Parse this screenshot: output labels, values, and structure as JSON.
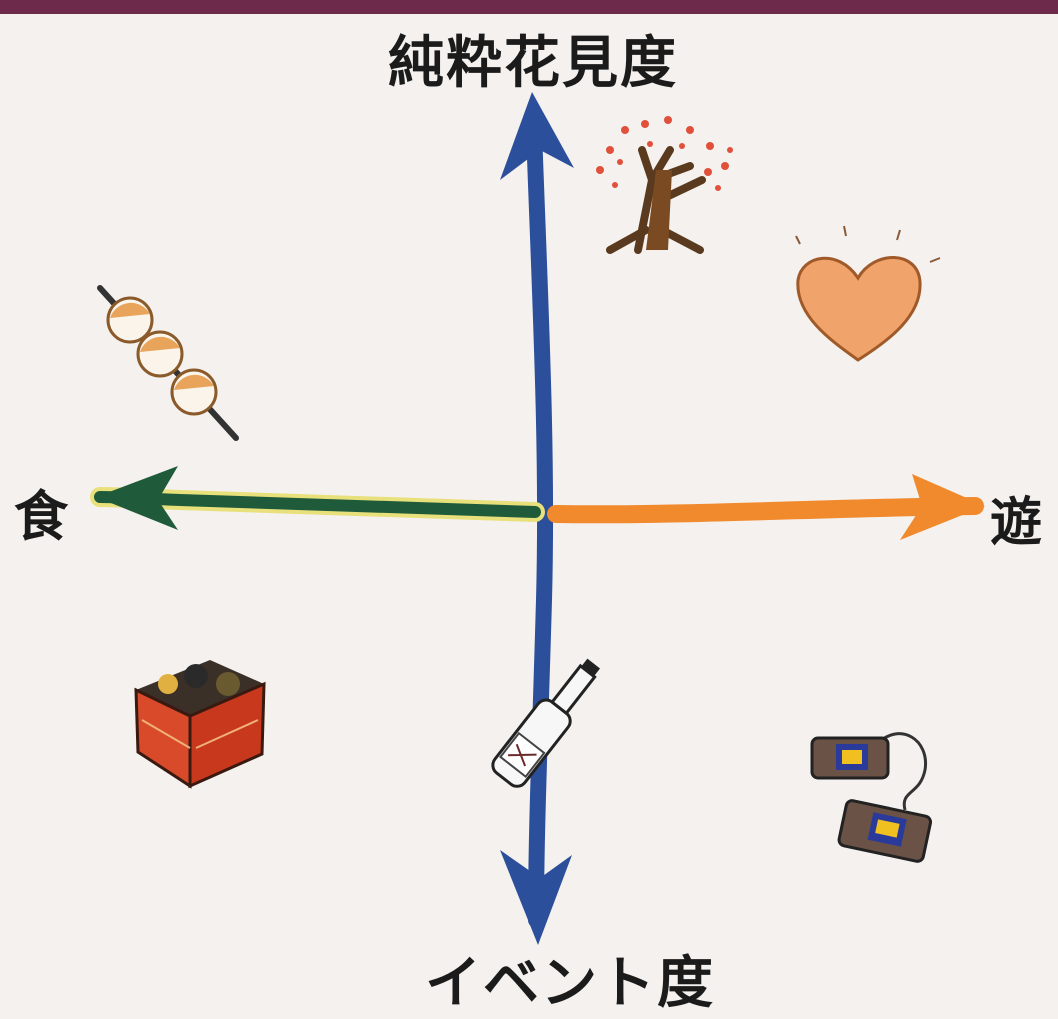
{
  "axes": {
    "top": "純粋花見度",
    "bottom": "イベント度",
    "left": "食",
    "right": "遊"
  },
  "colors": {
    "vertical_axis": "#2c4f9c",
    "left_axis": "#1f5b3a",
    "right_axis": "#f08a2c",
    "frame": "#6e2a4a"
  },
  "quadrant_icons": {
    "top_center": "cherry-tree-icon",
    "top_right": "heart-icon",
    "top_left": "dango-icon",
    "bottom_left": "jubako-bento-icon",
    "bottom_center": "sake-bottle-icon",
    "bottom_right": "handheld-game-icon"
  }
}
